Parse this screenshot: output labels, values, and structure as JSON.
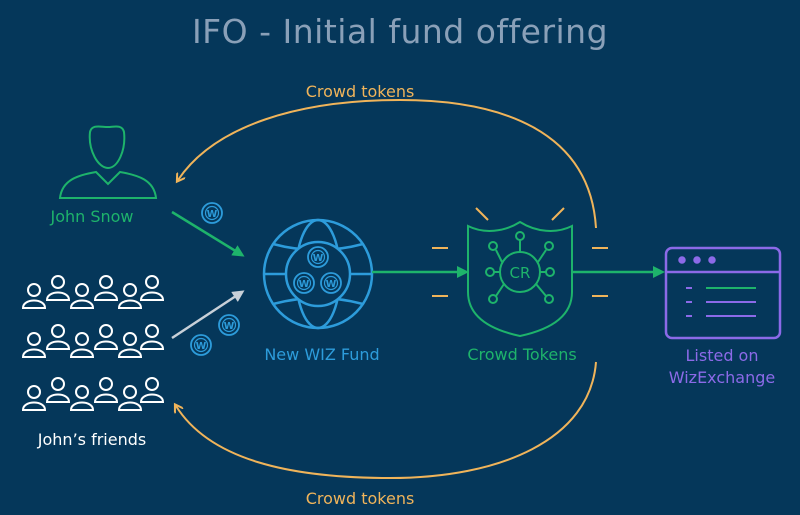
{
  "title": "IFO - Initial fund offering",
  "labels": {
    "top_arc": "Crowd tokens",
    "bottom_arc": "Crowd tokens",
    "john": "John Snow",
    "friends": "John’s friends",
    "fund": "New WIZ Fund",
    "token": "Crowd Tokens",
    "exchange_line1": "Listed on",
    "exchange_line2": "WizExchange"
  },
  "badges": {
    "coin": "W",
    "shield": "CR"
  },
  "colors": {
    "background": "#05375a",
    "orange": "#f0b45a",
    "green": "#1eb36b",
    "blue": "#2d9cdb",
    "purple": "#8c6ae8",
    "white": "#ffffff",
    "title": "#8aa0b8"
  }
}
